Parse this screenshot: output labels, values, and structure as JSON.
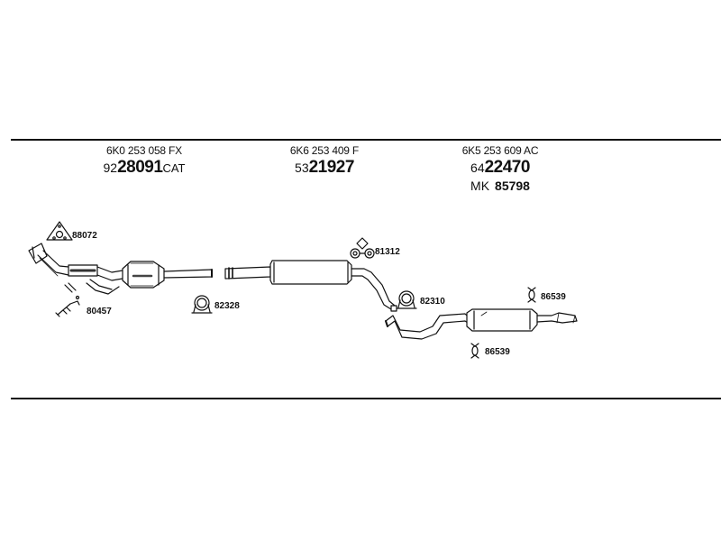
{
  "parts": [
    {
      "part_number": "6K0 253 058 FX",
      "code_prefix": "92",
      "code_main": "28091",
      "code_suffix": "CAT"
    },
    {
      "part_number": "6K6 253 409 F",
      "code_prefix": "53",
      "code_main": "21927",
      "code_suffix": ""
    },
    {
      "part_number": "6K5 253 609 AC",
      "code_prefix": "64",
      "code_main": "22470",
      "code_suffix": "",
      "mk_prefix": "MK",
      "mk_number": "85798"
    }
  ],
  "fittings": [
    {
      "code": "88072",
      "icon": "gasket-icon"
    },
    {
      "code": "80457",
      "icon": "bolt-kit-icon"
    },
    {
      "code": "82328",
      "icon": "clamp-icon"
    },
    {
      "code": "81312",
      "icon": "rubber-mount-icon"
    },
    {
      "code": "82310",
      "icon": "clamp-icon"
    },
    {
      "code": "86539",
      "icon": "hanger-icon"
    },
    {
      "code": "86539",
      "icon": "hanger-icon"
    }
  ],
  "colors": {
    "line": "#111111",
    "background": "#ffffff"
  }
}
